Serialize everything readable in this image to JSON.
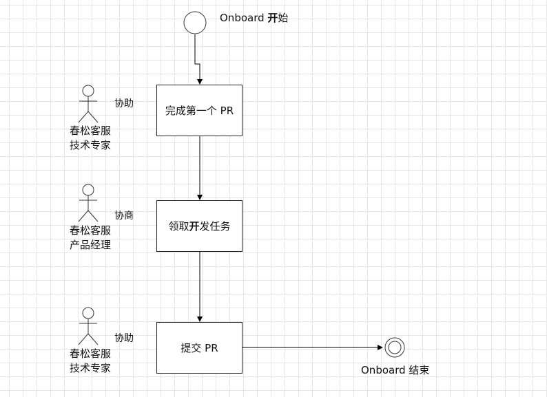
{
  "start_label": {
    "pre": "Onboard ",
    "bold": "开",
    "post": "始"
  },
  "end_label": "Onboard 结束",
  "steps": [
    {
      "pre": "完成第一个 PR",
      "bold": "",
      "post": ""
    },
    {
      "pre": "领取",
      "bold": "开",
      "post": "发任务"
    },
    {
      "pre": "提交 PR",
      "bold": "",
      "post": ""
    }
  ],
  "actors": [
    {
      "action": "协助",
      "role_line1": "春松客服",
      "role_line2": "技术专家"
    },
    {
      "action": "协商",
      "role_line1": "春松客服",
      "role_line2": "产品经理"
    },
    {
      "action": "协助",
      "role_line1": "春松客服",
      "role_line2": "技术专家"
    }
  ]
}
